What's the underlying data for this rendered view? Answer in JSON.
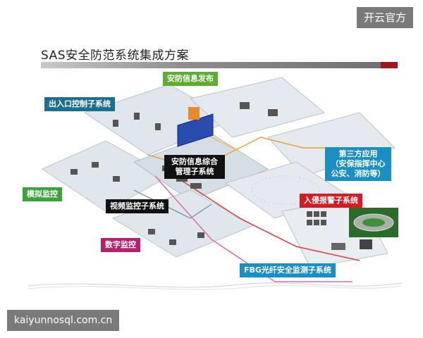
{
  "watermark_top": "开云官方",
  "watermark_bottom": "kaiyunnosql.com.cn",
  "title": "SAS安全防范系统集成方案",
  "labels": {
    "publish": "安防信息发布",
    "access": "出入口控制子系统",
    "third_party_1": "第三方应用",
    "third_party_2": "（安保指挥中心",
    "third_party_3": "公安、消防等）",
    "core_1": "安防信息综合",
    "core_2": "管理子系统",
    "analog": "模拟监控",
    "video": "视频监控子系统",
    "intrusion": "入侵报警子系统",
    "digital": "数字监控",
    "fbg": "FBG光纤安全监测子系统"
  },
  "colors": {
    "publish": "#5cae2e",
    "access": "#1c6e8e",
    "third_party": "#1a8fc6",
    "core": "#111111",
    "analog": "#3aa43a",
    "video": "#111111",
    "intrusion": "#d41c22",
    "digital": "#b51f6e",
    "fbg": "#1a8fc6",
    "title_accent": "#a2171b"
  }
}
